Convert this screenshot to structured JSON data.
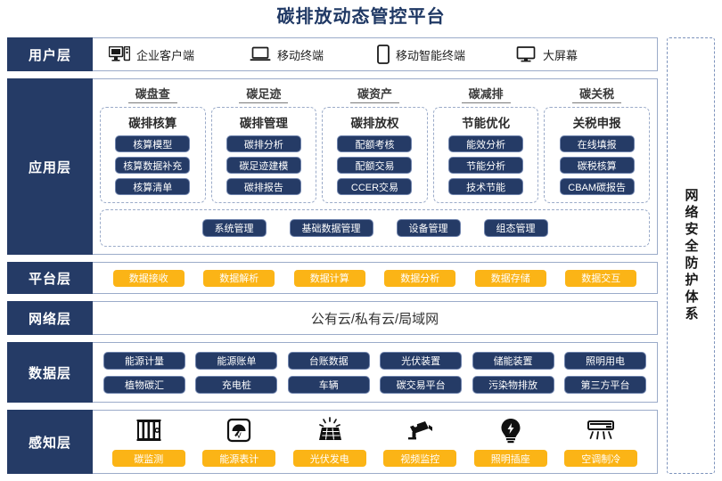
{
  "title": "碳排放动态管控平台",
  "security_column": {
    "label": "网络安全防护体系"
  },
  "layers": {
    "user": {
      "label": "用户层",
      "items": [
        {
          "icon": "desktop-tower-icon",
          "label": "企业客户端"
        },
        {
          "icon": "laptop-icon",
          "label": "移动终端"
        },
        {
          "icon": "smartphone-icon",
          "label": "移动智能终端"
        },
        {
          "icon": "monitor-icon",
          "label": "大屏幕"
        }
      ]
    },
    "app": {
      "label": "应用层",
      "groups": [
        {
          "title": "碳盘查",
          "subtitle": "碳排核算",
          "items": [
            "核算模型",
            "核算数据补充",
            "核算清单"
          ]
        },
        {
          "title": "碳足迹",
          "subtitle": "碳排管理",
          "items": [
            "碳排分析",
            "碳足迹建模",
            "碳排报告"
          ]
        },
        {
          "title": "碳资产",
          "subtitle": "碳排放权",
          "items": [
            "配额考核",
            "配额交易",
            "CCER交易"
          ]
        },
        {
          "title": "碳减排",
          "subtitle": "节能优化",
          "items": [
            "能效分析",
            "节能分析",
            "技术节能"
          ]
        },
        {
          "title": "碳关税",
          "subtitle": "关税申报",
          "items": [
            "在线填报",
            "碳税核算",
            "CBAM碳报告"
          ]
        }
      ],
      "bottom_items": [
        "系统管理",
        "基础数据管理",
        "设备管理",
        "组态管理"
      ]
    },
    "platform": {
      "label": "平台层",
      "items": [
        "数据接收",
        "数据解析",
        "数据计算",
        "数据分析",
        "数据存储",
        "数据交互"
      ]
    },
    "network": {
      "label": "网络层",
      "text": "公有云/私有云/局域网"
    },
    "data": {
      "label": "数据层",
      "row1": [
        "能源计量",
        "能源账单",
        "台账数据",
        "光伏装置",
        "储能装置",
        "照明用电"
      ],
      "row2": [
        "植物碳汇",
        "充电桩",
        "车辆",
        "碳交易平台",
        "污染物排放",
        "第三方平台"
      ]
    },
    "sense": {
      "label": "感知层",
      "items": [
        {
          "icon": "ventilation-grid-icon",
          "label": "碳监测"
        },
        {
          "icon": "gauge-meter-icon",
          "label": "能源表计"
        },
        {
          "icon": "solar-panel-icon",
          "label": "光伏发电"
        },
        {
          "icon": "cctv-camera-icon",
          "label": "视频监控"
        },
        {
          "icon": "lightbulb-icon",
          "label": "照明插座"
        },
        {
          "icon": "air-conditioner-icon",
          "label": "空调制冷"
        }
      ]
    }
  },
  "colors": {
    "navy": "#253B66",
    "amber": "#FBB416",
    "border_blue": "#9BABC9",
    "title_blue": "#1F3864"
  }
}
